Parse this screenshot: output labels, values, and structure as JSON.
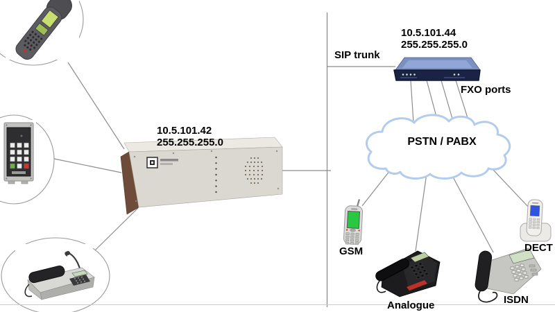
{
  "server": {
    "ip": "10.5.101.42",
    "netmask": "255.255.255.0"
  },
  "gateway": {
    "ip": "10.5.101.44",
    "netmask": "255.255.255.0",
    "trunk_label": "SIP trunk",
    "ports_label": "FXO ports"
  },
  "cloud": {
    "label": "PSTN / PABX"
  },
  "endpoints": {
    "gsm": "GSM",
    "analogue": "Analogue",
    "isdn": "ISDN",
    "dect": "DECT"
  },
  "icons": {
    "handheld_phone": "handheld-intercom-phone-photo",
    "door_station": "door-intercom-keypad-photo",
    "desk_console": "desk-console-photo",
    "server_unit": "intercom-server-photo",
    "gateway_unit": "fxo-gateway-photo",
    "cloud": "pstn-cloud-shape",
    "gsm_phone": "gsm-mobile-photo",
    "analogue_phone": "analogue-desk-phone-photo",
    "isdn_phone": "isdn-phone-photo",
    "dect_phone": "dect-cordless-photo"
  },
  "colors": {
    "connector_line": "#8c8c8c",
    "cloud_outline": "#b3ccee",
    "gateway_top": "#7b91c2",
    "gateway_front": "#1a2344",
    "server_front": "#dbd8d2",
    "server_side": "#6f4b39",
    "gsm_screen": "#28c840",
    "dect_screen": "#2f55e0"
  }
}
